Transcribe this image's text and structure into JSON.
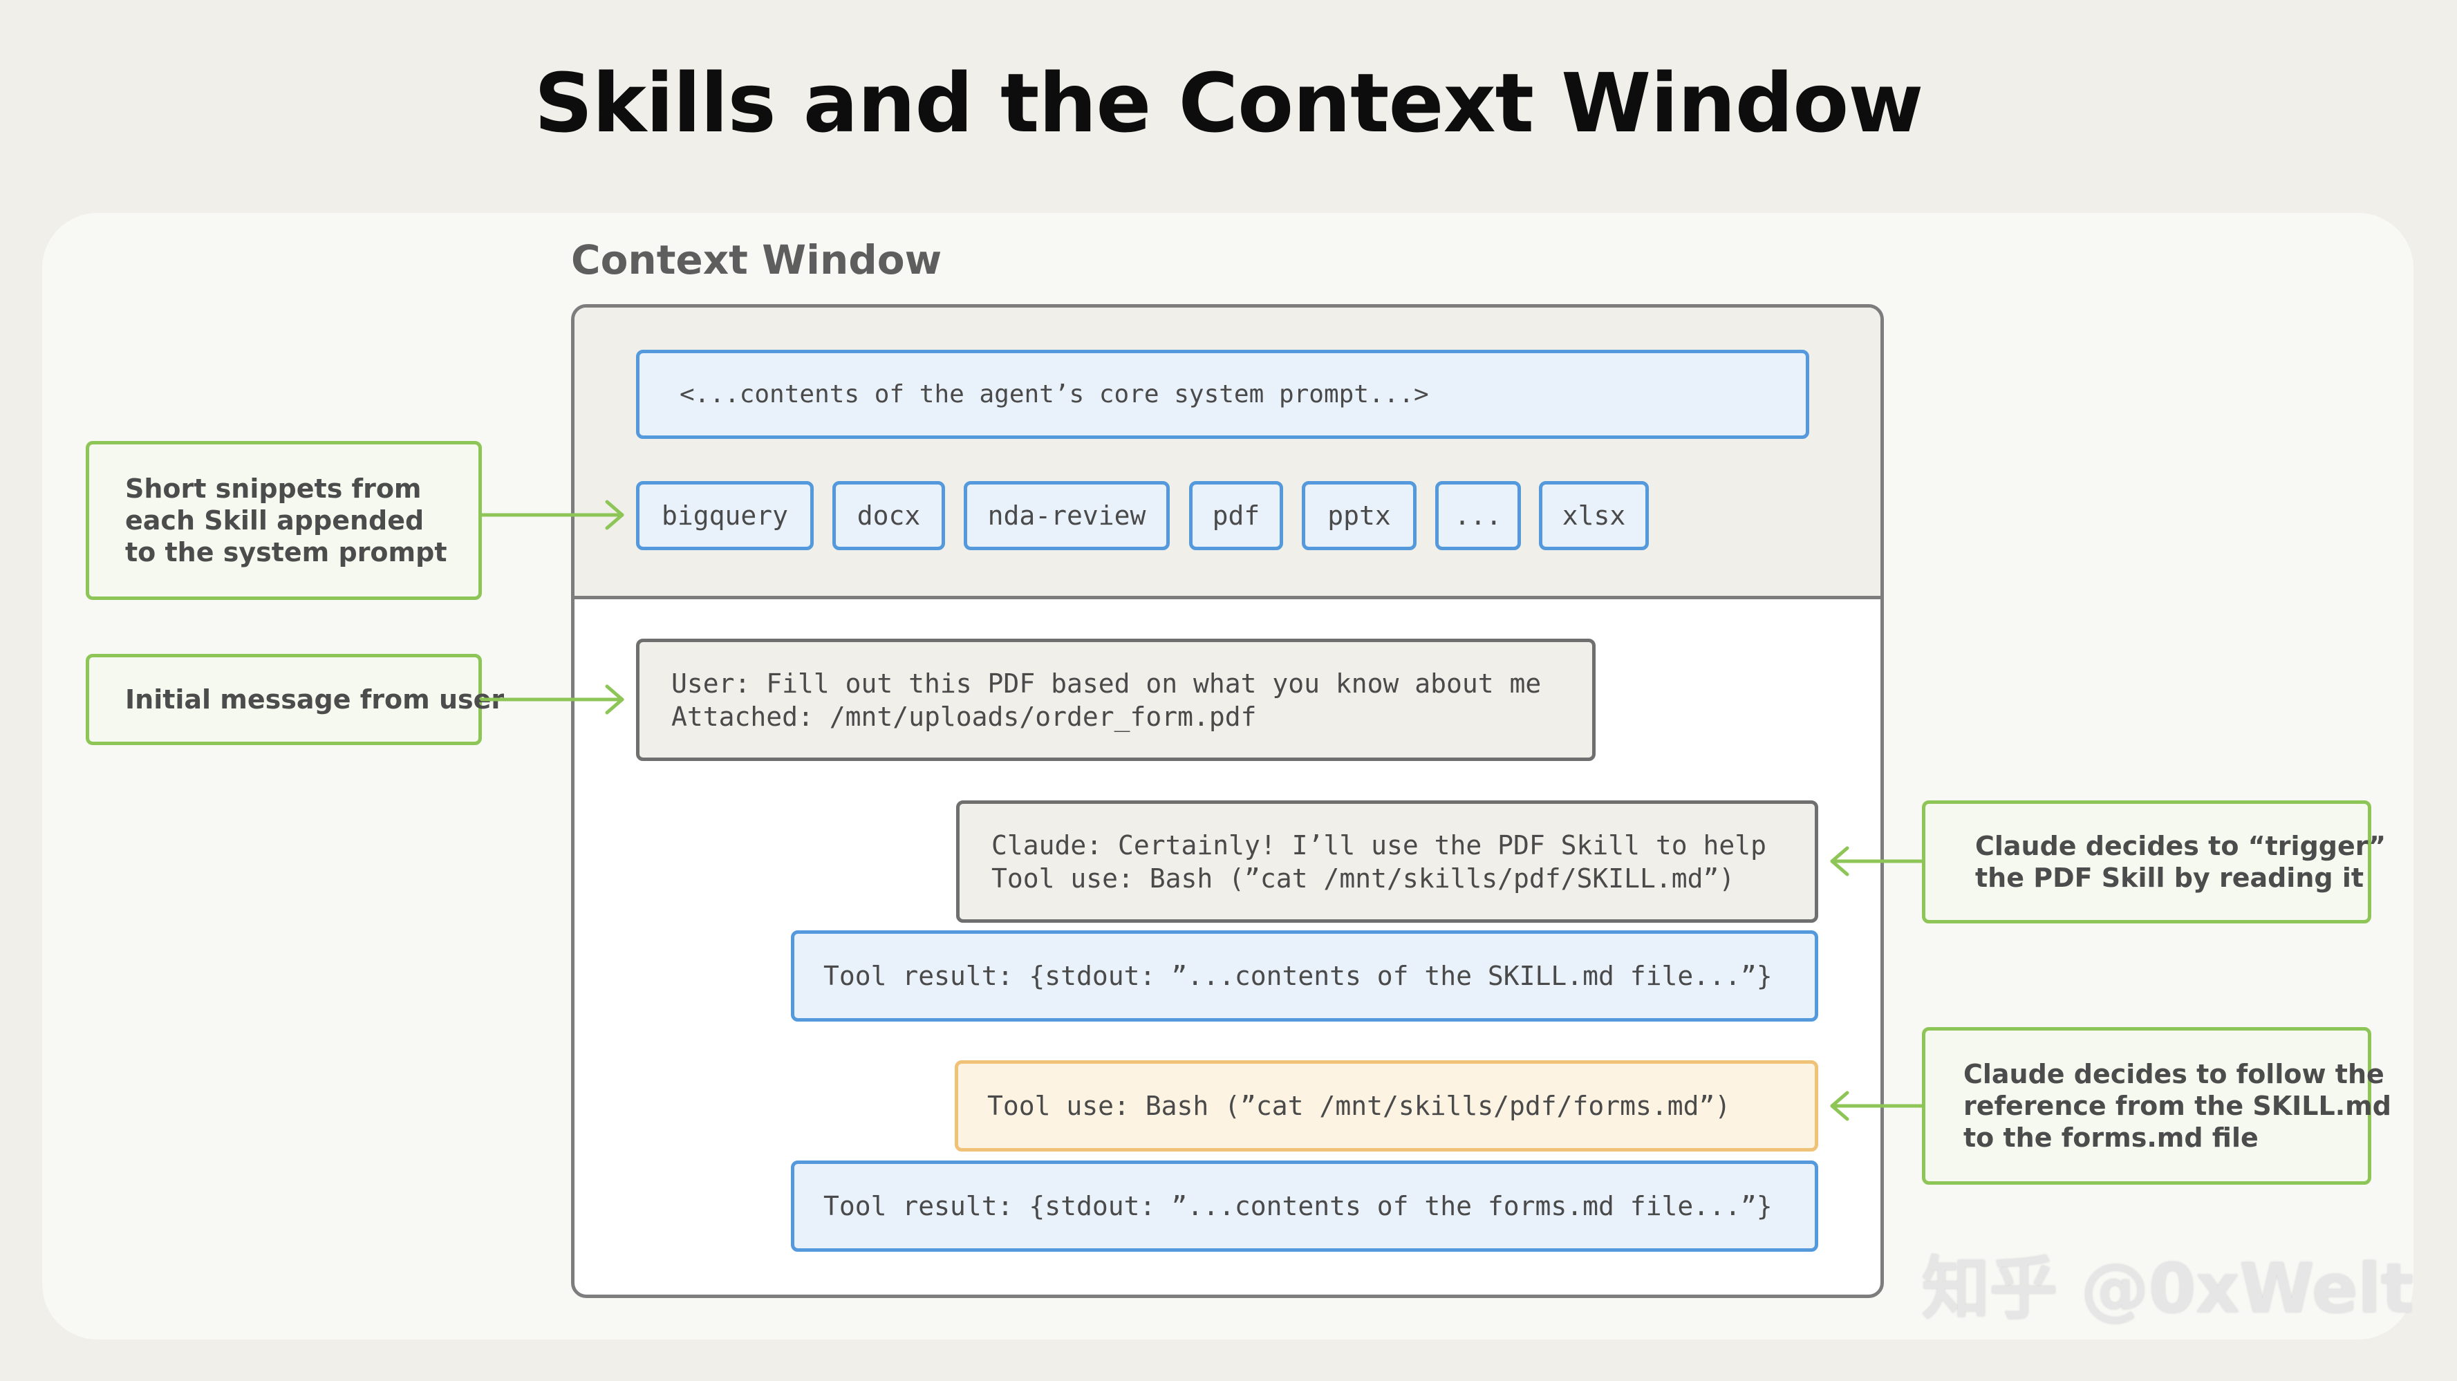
{
  "title": "Skills and the Context Window",
  "context_window": {
    "label": "Context Window",
    "system_prompt": "<...contents of the agent’s core system prompt...>",
    "skills": [
      "bigquery",
      "docx",
      "nda-review",
      "pdf",
      "pptx",
      "...",
      "xlsx"
    ],
    "user_message": [
      "User: Fill out this PDF based on what you know about me",
      "Attached: /mnt/uploads/order_form.pdf"
    ],
    "claude_message": [
      "Claude: Certainly! I’ll use the PDF Skill to help",
      "Tool use: Bash (”cat /mnt/skills/pdf/SKILL.md”)"
    ],
    "tool_result_1": "Tool result: {stdout: ”...contents of the SKILL.md file...”}",
    "tool_use_2": "Tool use: Bash (”cat /mnt/skills/pdf/forms.md”)",
    "tool_result_2": "Tool result: {stdout: ”...contents of the forms.md file...”}"
  },
  "annotations": {
    "snippets": [
      "Short snippets from",
      "each Skill appended",
      "to the system prompt"
    ],
    "initial_message": [
      "Initial message from user"
    ],
    "trigger": [
      "Claude decides to “trigger”",
      "the PDF Skill by reading it"
    ],
    "follow_reference": [
      "Claude decides to follow the",
      "reference from the SKILL.md",
      "to the forms.md file"
    ]
  },
  "watermark": "知乎 @0xWelt",
  "colors": {
    "blue_border": "#5599dd",
    "green_border": "#8dc556",
    "yellow_border": "#f0c277",
    "grey_border": "#6f6f6f"
  }
}
